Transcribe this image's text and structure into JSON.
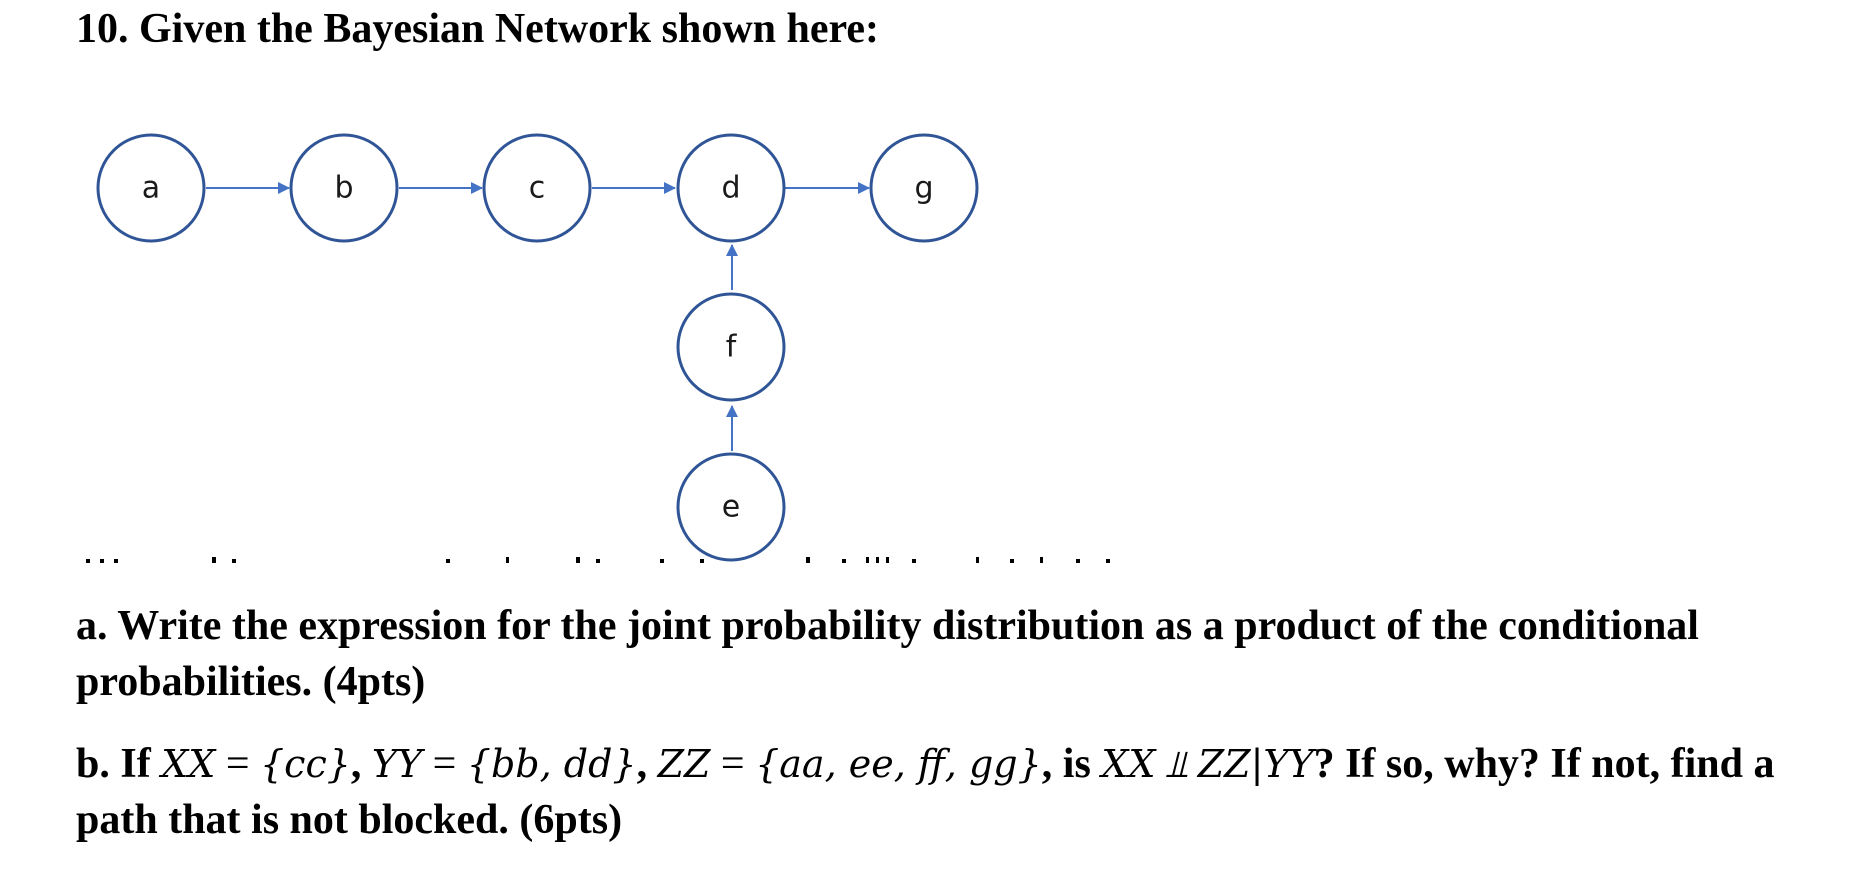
{
  "question": {
    "title": "10. Given the Bayesian Network shown here:"
  },
  "network": {
    "nodes": [
      "a",
      "b",
      "c",
      "d",
      "g",
      "f",
      "e"
    ],
    "edges": [
      [
        "a",
        "b"
      ],
      [
        "b",
        "c"
      ],
      [
        "c",
        "d"
      ],
      [
        "d",
        "g"
      ],
      [
        "f",
        "d"
      ],
      [
        "e",
        "f"
      ]
    ],
    "node_stroke_color": "#2f5597",
    "edge_color": "#4472c4"
  },
  "part_a": {
    "label": "a.",
    "text": "Write the expression for the joint probability distribution as a product of the conditional probabilities. (4pts)"
  },
  "part_b": {
    "label": "b.",
    "if": "If",
    "x": "XX",
    "eq": "=",
    "x_set": "{cc}",
    "y": "YY",
    "y_set": "{bb, dd}",
    "z": "ZZ",
    "z_set": "{aa, ee, ff, gg}",
    "is": "is",
    "indep": "⫫",
    "cond": "ZZ|YY",
    "rest": "? If so, why? If not, find a path that is not blocked. (6pts)"
  }
}
